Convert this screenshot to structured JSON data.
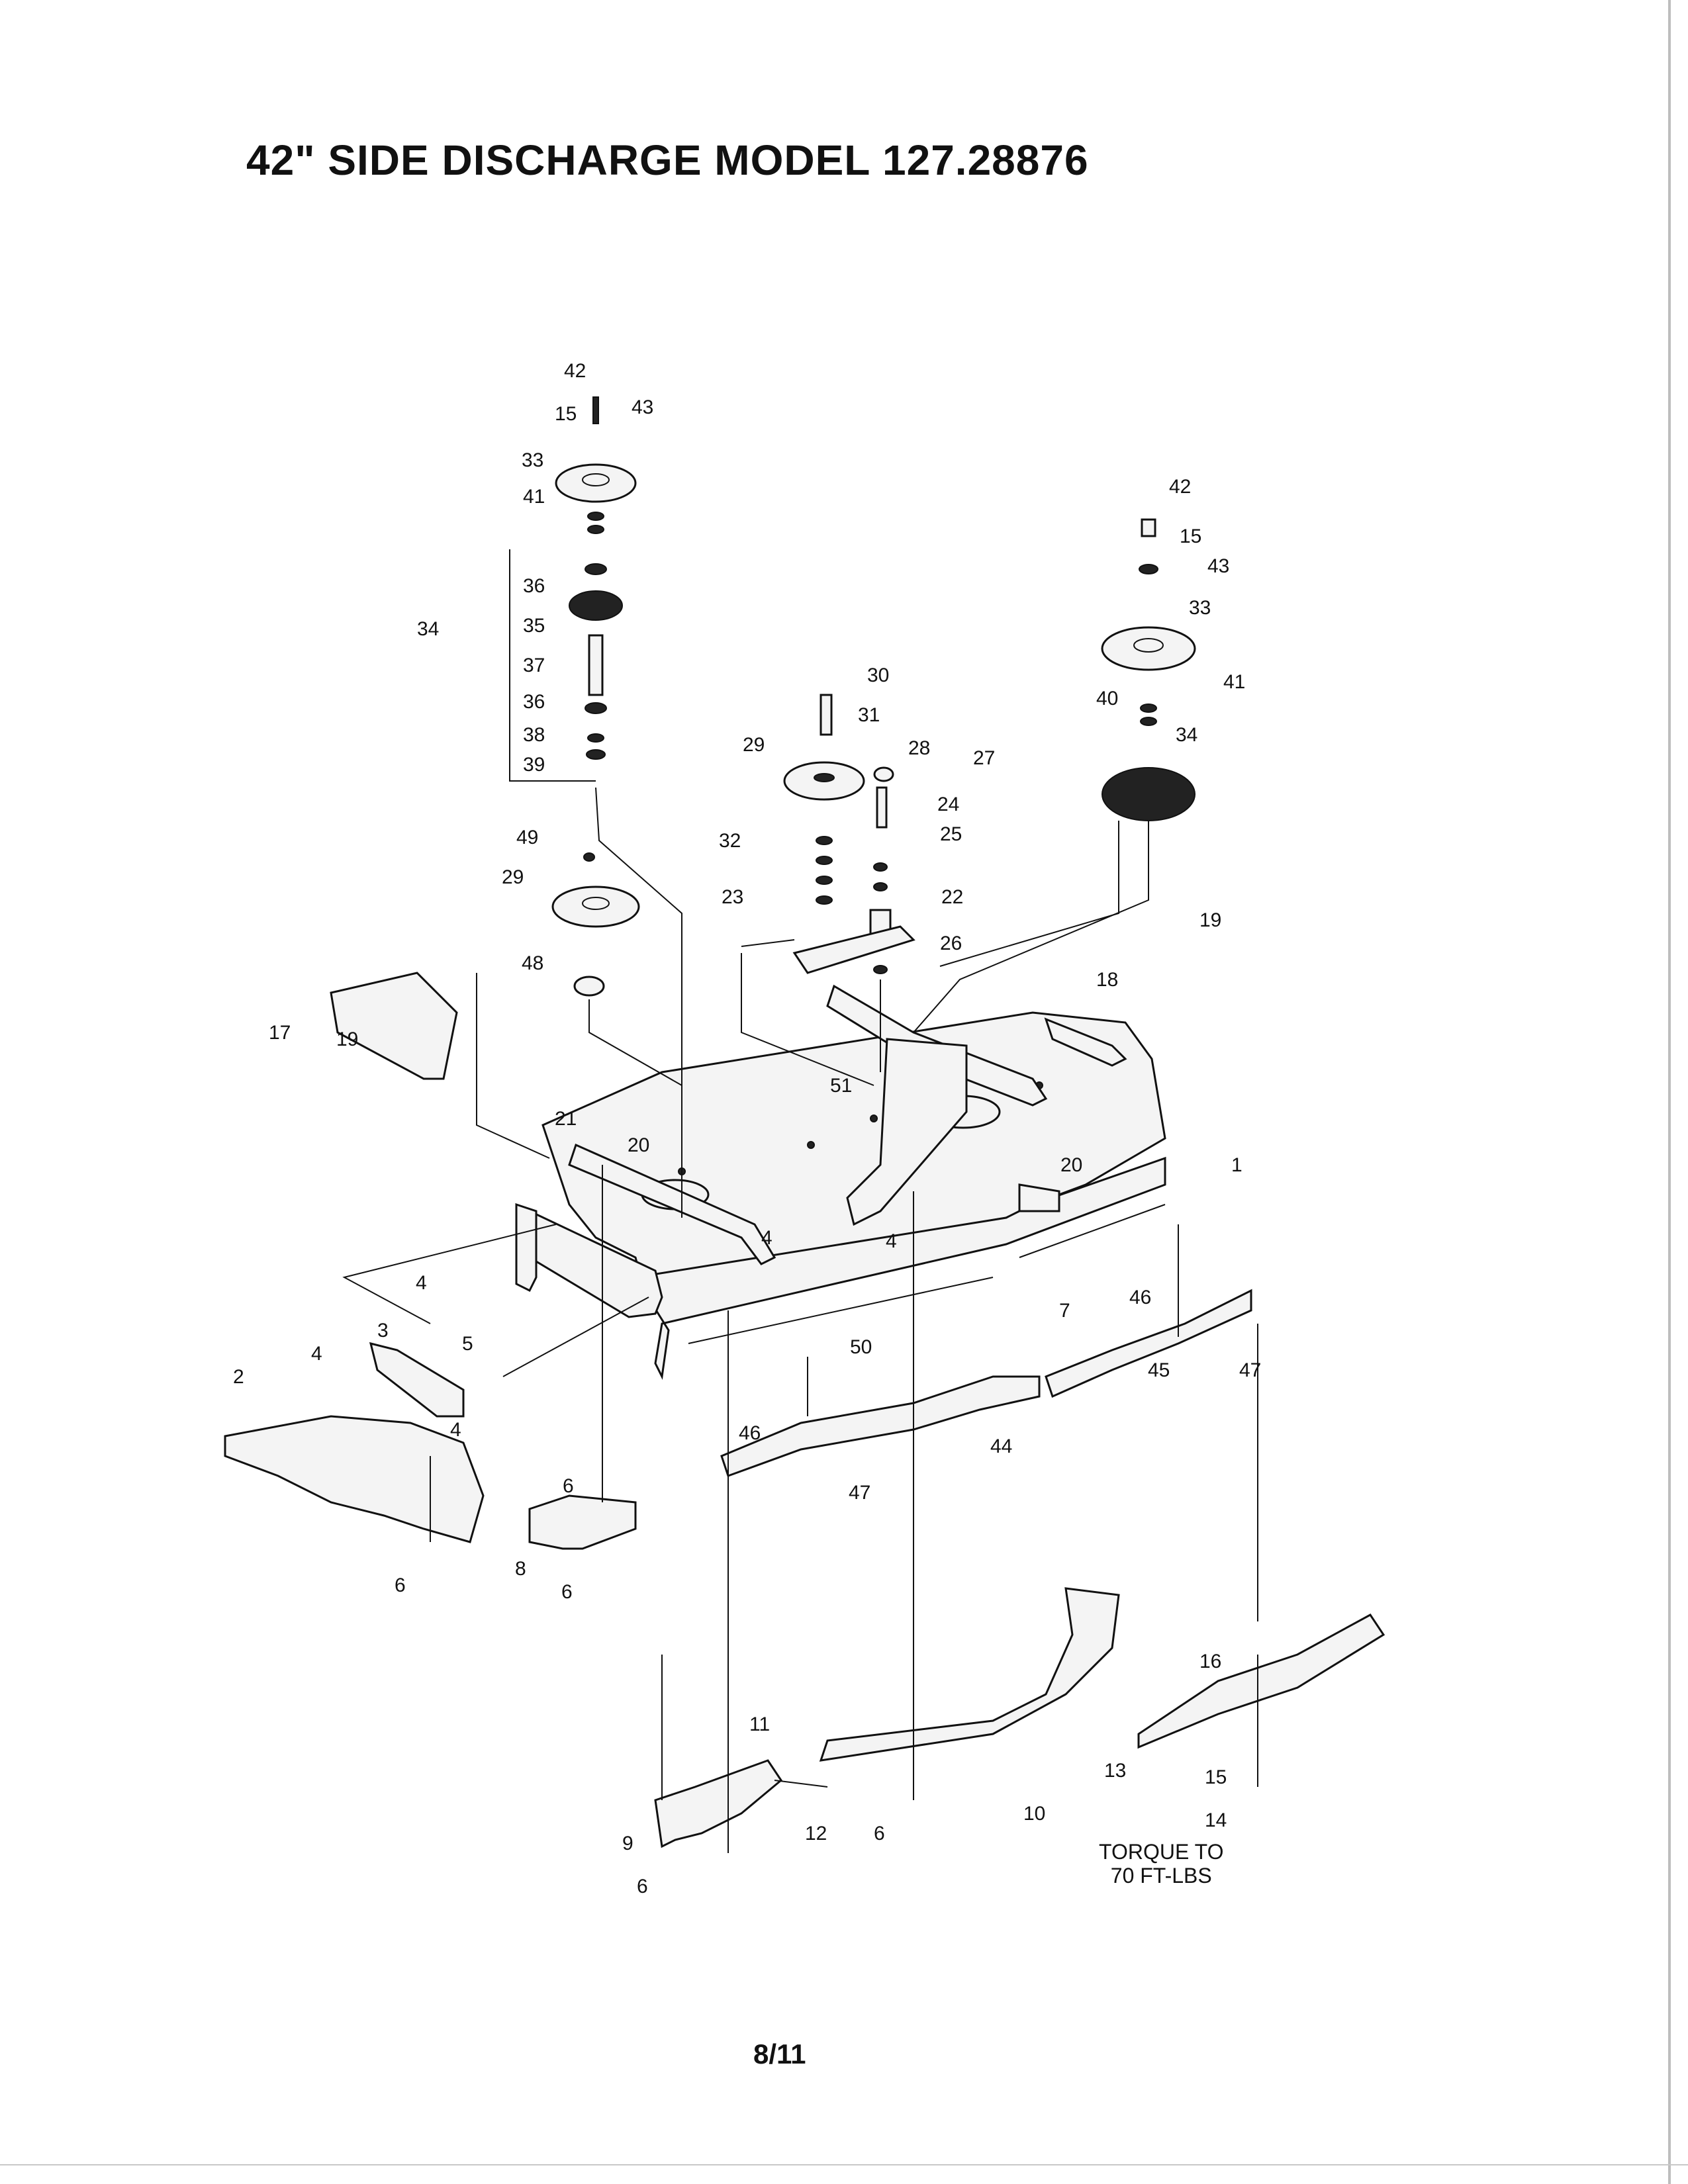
{
  "title": "42\" SIDE DISCHARGE MODEL 127.28876",
  "page_number": "8/11",
  "torque_note": [
    "TORQUE TO",
    "70 FT-LBS"
  ],
  "callouts": [
    "1",
    "2",
    "3",
    "4",
    "5",
    "6",
    "7",
    "8",
    "9",
    "10",
    "11",
    "12",
    "13",
    "14",
    "15",
    "16",
    "17",
    "18",
    "19",
    "20",
    "21",
    "22",
    "23",
    "24",
    "25",
    "26",
    "27",
    "28",
    "29",
    "30",
    "31",
    "32",
    "33",
    "34",
    "35",
    "36",
    "37",
    "38",
    "39",
    "40",
    "41",
    "42",
    "43",
    "44",
    "45",
    "46",
    "47",
    "48",
    "49",
    "50",
    "51"
  ]
}
